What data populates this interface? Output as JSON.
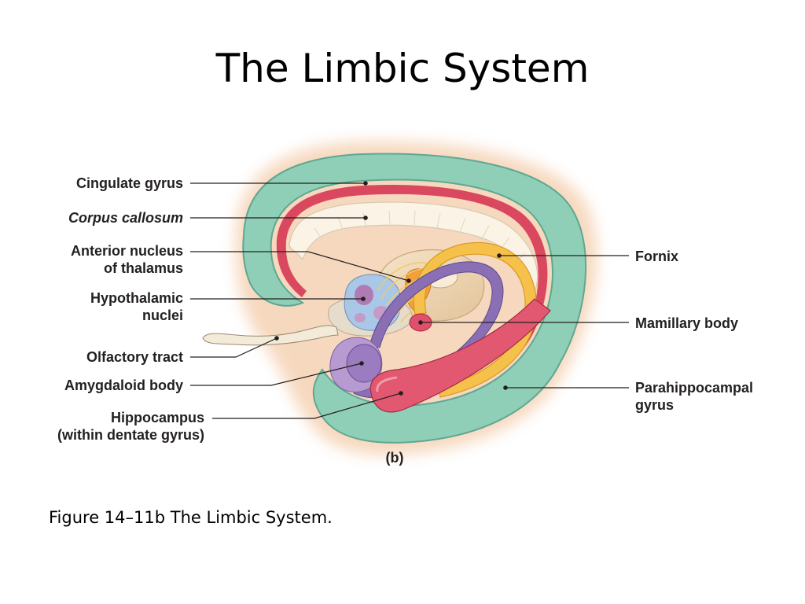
{
  "slide": {
    "title": "The Limbic System",
    "caption": "Figure 14–11b The Limbic System."
  },
  "figure": {
    "panel_label": "(b)",
    "labels_left": [
      {
        "id": "cingulate-gyrus",
        "lines": [
          "Cingulate gyrus"
        ],
        "italic": false
      },
      {
        "id": "corpus-callosum",
        "lines": [
          "Corpus callosum"
        ],
        "italic": true
      },
      {
        "id": "anterior-nucleus",
        "lines": [
          "Anterior nucleus",
          "of thalamus"
        ],
        "italic": false
      },
      {
        "id": "hypothalamic-nuclei",
        "lines": [
          "Hypothalamic",
          "nuclei"
        ],
        "italic": false
      },
      {
        "id": "olfactory-tract",
        "lines": [
          "Olfactory tract"
        ],
        "italic": false
      },
      {
        "id": "amygdaloid-body",
        "lines": [
          "Amygdaloid body"
        ],
        "italic": false
      },
      {
        "id": "hippocampus",
        "lines": [
          "Hippocampus",
          "(within dentate gyrus)"
        ],
        "italic": false
      }
    ],
    "labels_right": [
      {
        "id": "fornix",
        "lines": [
          "Fornix"
        ],
        "italic": false
      },
      {
        "id": "mamillary-body",
        "lines": [
          "Mamillary body"
        ],
        "italic": false
      },
      {
        "id": "parahippocampal-gyrus",
        "lines": [
          "Parahippocampal",
          "gyrus"
        ],
        "italic": false
      }
    ],
    "colors": {
      "cortex_outline": "#f2c9a0",
      "cingulate": "#8fcfb8",
      "corpus_callosum": "#fbf3e6",
      "red_band": "#d9485f",
      "fornix": "#f6c14a",
      "purple": "#8a6fb5",
      "thalamus": "#f0d9b8",
      "hippocampus": "#e25870",
      "amygdala": "#b79ad0"
    }
  }
}
